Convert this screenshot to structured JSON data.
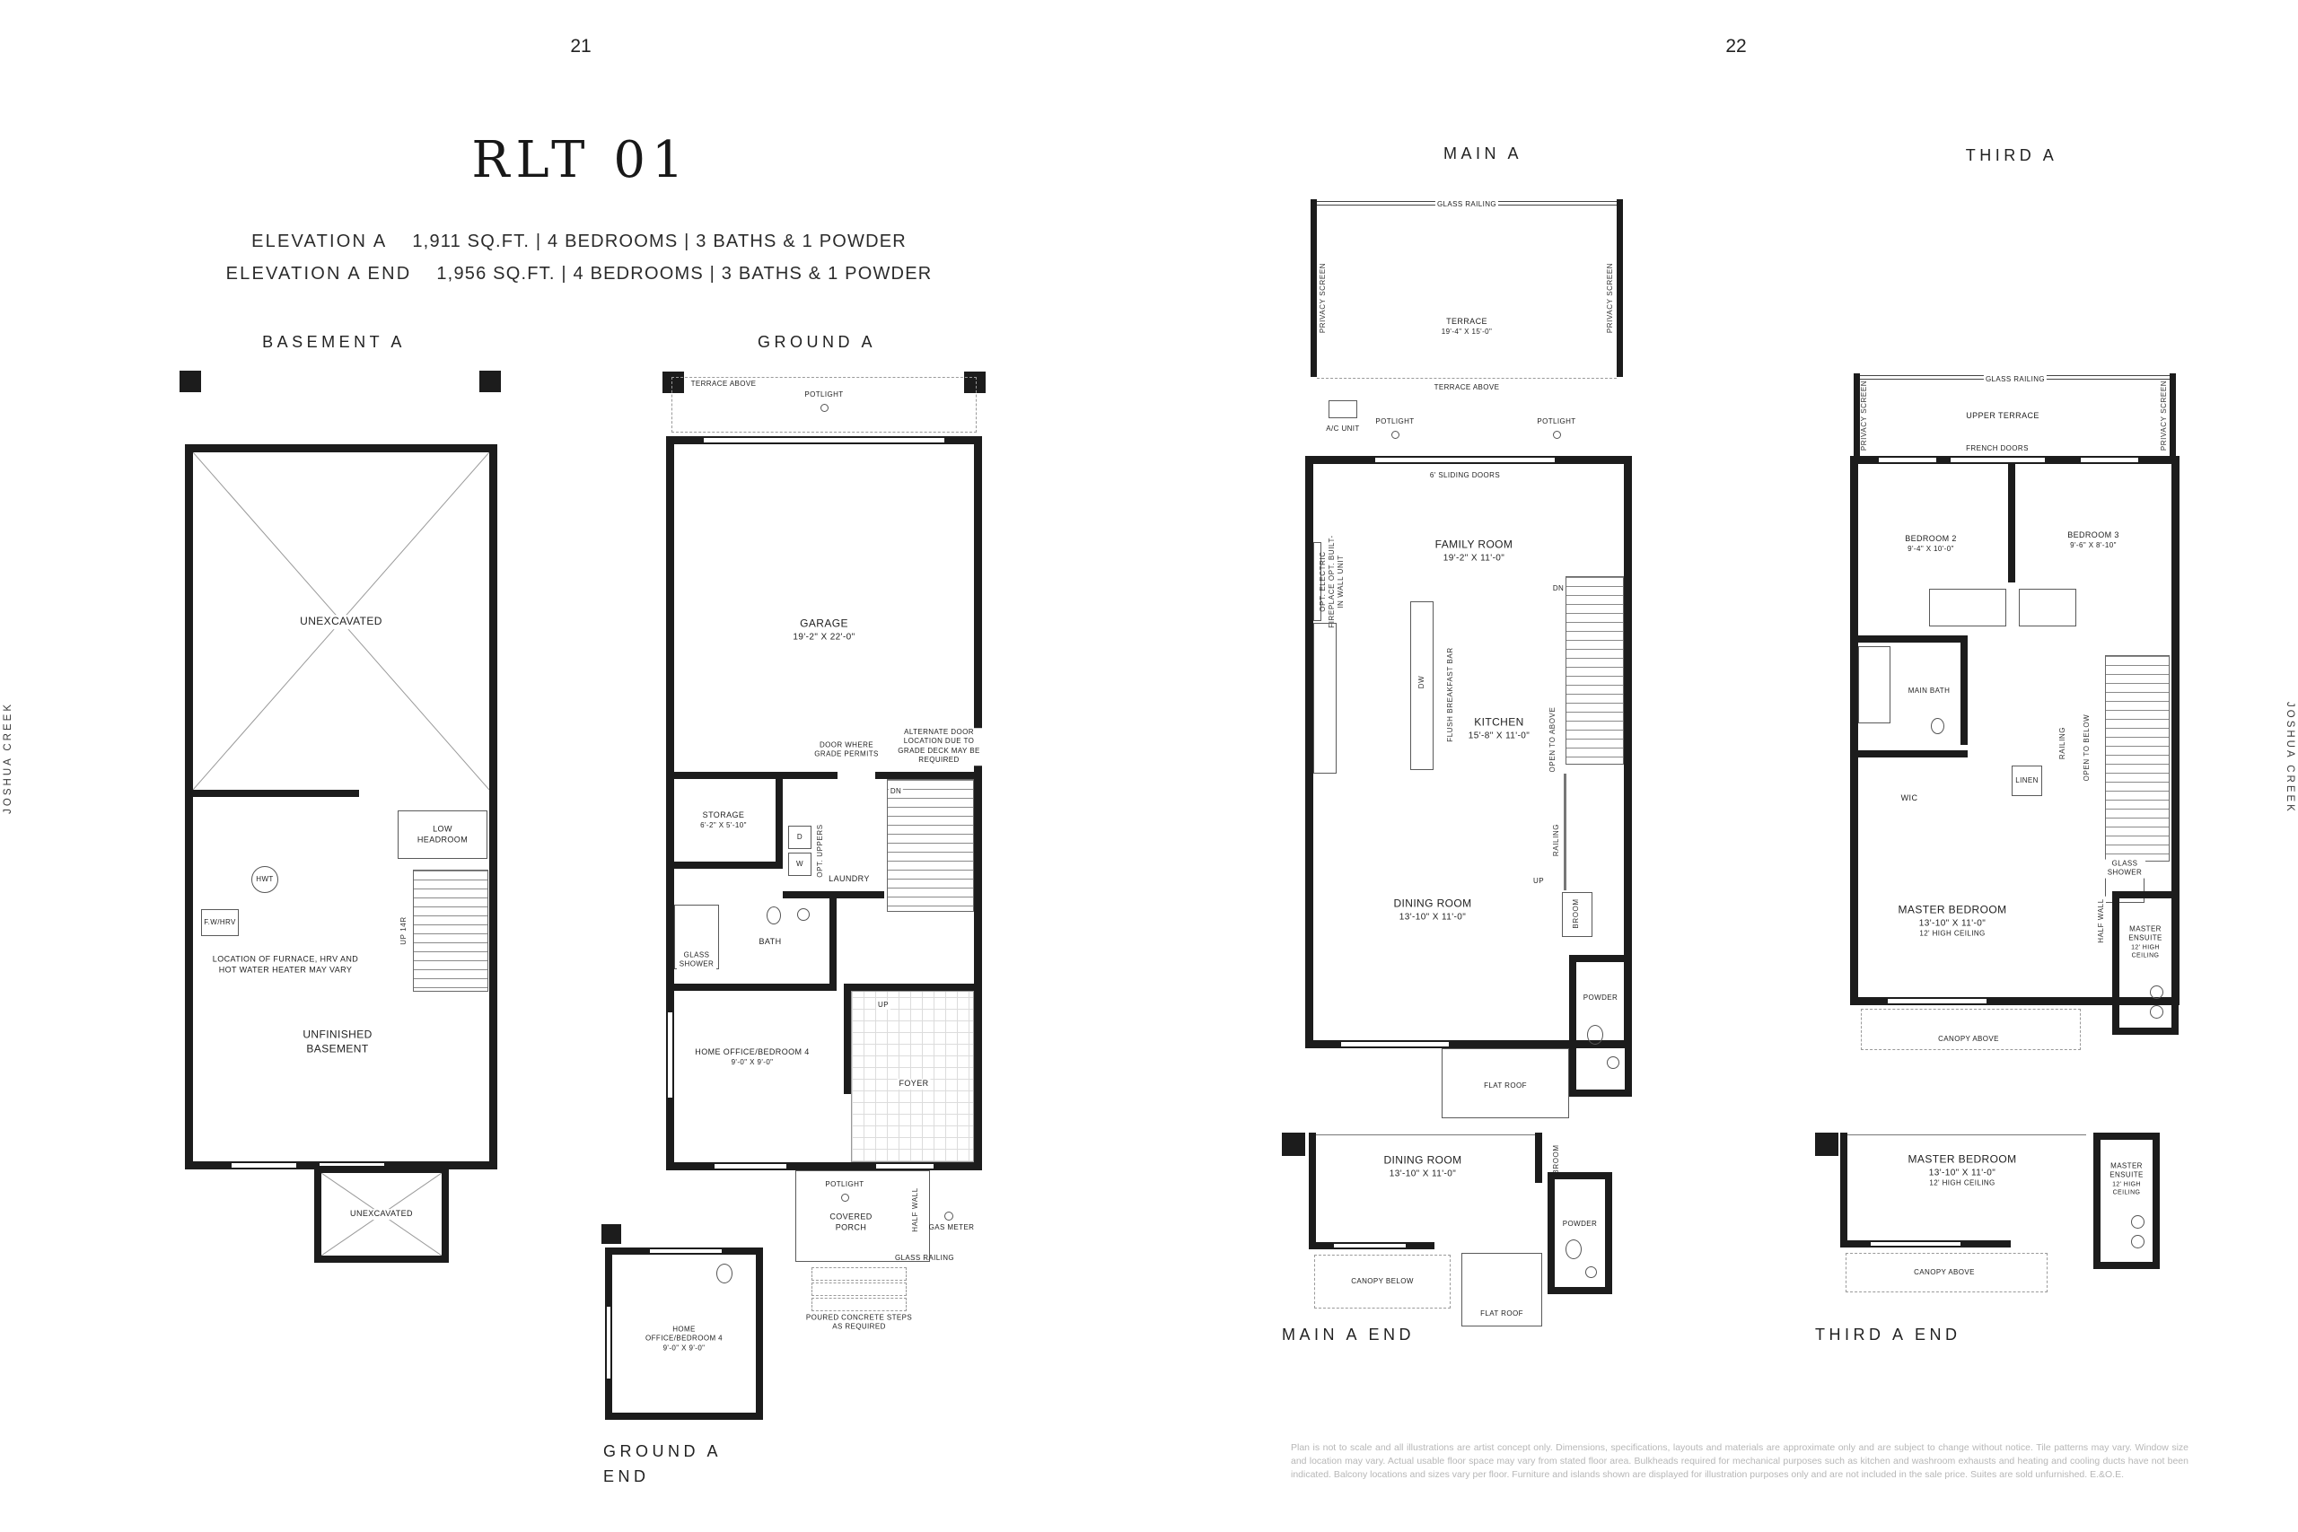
{
  "page": {
    "left_number": "21",
    "right_number": "22",
    "side_text_left": "JOSHUA CREEK",
    "side_text_right": "JOSHUA CREEK"
  },
  "header": {
    "title": "RLT 01",
    "elevations": [
      {
        "label": "ELEVATION A",
        "specs": "1,911 SQ.FT.  |  4 BEDROOMS  |  3 BATHS & 1 POWDER"
      },
      {
        "label": "ELEVATION A END",
        "specs": "1,956 SQ.FT.  |  4 BEDROOMS  |  3 BATHS & 1 POWDER"
      }
    ]
  },
  "basement_a": {
    "title": "BASEMENT A",
    "unexcavated_top": "UNEXCAVATED",
    "low_headroom": "LOW HEADROOM",
    "furnace": "F.W/HRV",
    "hwt": "HWT",
    "furnace_note": "LOCATION OF FURNACE, HRV AND HOT WATER HEATER MAY VARY",
    "unfinished": "UNFINISHED BASEMENT",
    "up": "UP 14R",
    "unexcavated_bottom": "UNEXCAVATED"
  },
  "ground_a": {
    "title": "GROUND A",
    "terrace_above": "TERRACE ABOVE",
    "potlight": "POTLIGHT",
    "garage_name": "GARAGE",
    "garage_dims": "19'-2\" X 22'-0\"",
    "door_note": "DOOR WHERE GRADE PERMITS",
    "alt_door_note": "ALTERNATE DOOR LOCATION DUE TO GRADE DECK MAY BE REQUIRED",
    "storage_name": "STORAGE",
    "storage_dims": "6'-2\" X 5'-10\"",
    "laundry": "LAUNDRY",
    "opt_uppers": "OPT. UPPERS",
    "dryer": "D",
    "washer": "W",
    "dn": "DN",
    "bath": "BATH",
    "glass_shower": "GLASS SHOWER",
    "office_name": "HOME OFFICE/BEDROOM 4",
    "office_dims": "9'-0\" X 9'-0\"",
    "foyer": "FOYER",
    "up": "UP",
    "potlight_porch": "POTLIGHT",
    "covered_porch": "COVERED PORCH",
    "half_wall": "HALF WALL",
    "gas_meter": "GAS METER",
    "glass_railing": "GLASS RAILING",
    "steps_note": "POURED CONCRETE STEPS AS REQUIRED"
  },
  "ground_a_end": {
    "title": "GROUND A END",
    "office_name": "HOME OFFICE/BEDROOM 4",
    "office_dims": "9'-0\" X 9'-0\""
  },
  "main_a": {
    "title": "MAIN A",
    "glass_railing": "GLASS RAILING",
    "terrace_name": "TERRACE",
    "terrace_dims": "19'-4\" X 15'-0\"",
    "privacy_screen_left": "PRIVACY SCREEN",
    "privacy_screen_right": "PRIVACY SCREEN",
    "terrace_above": "TERRACE ABOVE",
    "ac_unit": "A/C UNIT",
    "potlight_left": "POTLIGHT",
    "potlight_right": "POTLIGHT",
    "sliding_doors": "6' SLIDING DOORS",
    "family_name": "FAMILY ROOM",
    "family_dims": "19'-2\" X 11'-0\"",
    "fireplace_note": "OPT. ELECTRIC FIREPLACE OPT. BUILT-IN WALL UNIT",
    "kitchen_name": "KITCHEN",
    "kitchen_dims": "15'-8\" X 11'-0\"",
    "breakfast_bar": "FLUSH BREAKFAST BAR",
    "dw": "DW",
    "dn": "DN",
    "open_to_above": "OPEN TO ABOVE",
    "railing": "RAILING",
    "up": "UP",
    "dining_name": "DINING ROOM",
    "dining_dims": "13'-10\" X 11'-0\"",
    "broom": "BROOM",
    "powder": "POWDER",
    "flat_roof": "FLAT ROOF"
  },
  "main_a_end": {
    "title": "MAIN A END",
    "dining_name": "DINING ROOM",
    "dining_dims": "13'-10\" X 11'-0\"",
    "broom": "BROOM",
    "powder": "POWDER",
    "canopy_below": "CANOPY BELOW",
    "flat_roof": "FLAT ROOF"
  },
  "third_a": {
    "title": "THIRD A",
    "glass_railing": "GLASS RAILING",
    "upper_terrace": "UPPER TERRACE",
    "privacy_screen_left": "PRIVACY SCREEN",
    "privacy_screen_right": "PRIVACY SCREEN",
    "french_doors": "FRENCH DOORS",
    "bedroom2_name": "BEDROOM 2",
    "bedroom2_dims": "9'-4\" X 10'-0\"",
    "bedroom3_name": "BEDROOM 3",
    "bedroom3_dims": "9'-6\" X 8'-10\"",
    "main_bath": "MAIN BATH",
    "wic": "WIC",
    "linen": "LINEN",
    "railing": "RAILING",
    "open_to_below": "OPEN TO BELOW",
    "glass_shower": "GLASS SHOWER",
    "half_wall": "HALF WALL",
    "master_name": "MASTER BEDROOM",
    "master_dims": "13'-10\" X 11'-0\"",
    "master_ceiling": "12' HIGH CEILING",
    "ensuite_name": "MASTER ENSUITE",
    "ensuite_ceiling": "12' HIGH CEILING",
    "canopy_above": "CANOPY ABOVE"
  },
  "third_a_end": {
    "title": "THIRD A END",
    "master_name": "MASTER BEDROOM",
    "master_dims": "13'-10\" X 11'-0\"",
    "master_ceiling": "12' HIGH CEILING",
    "ensuite_name": "MASTER ENSUITE",
    "ensuite_ceiling": "12' HIGH CEILING",
    "canopy_above": "CANOPY ABOVE"
  },
  "disclaimer": "Plan is not to scale and all illustrations are artist concept only. Dimensions, specifications, layouts and materials are approximate only and are subject to change without notice. Tile patterns may vary. Window size and location may vary. Actual usable floor space may vary from stated floor area. Bulkheads required for mechanical purposes such as kitchen and washroom exhausts and heating and cooling ducts have not been indicated. Balcony locations and sizes vary per floor. Furniture and islands shown are displayed for illustration purposes only and are not included in the sale price. Suites are sold unfurnished. E.&O.E."
}
